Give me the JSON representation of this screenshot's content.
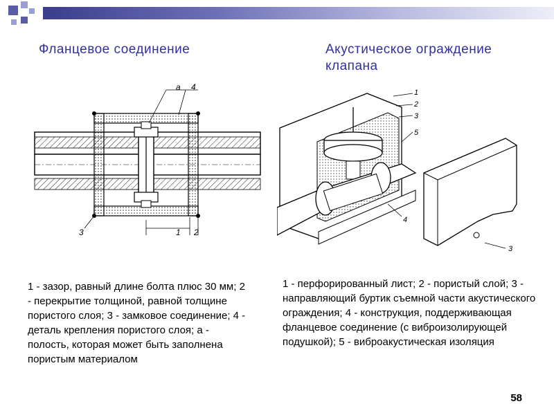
{
  "slide": {
    "title_left": "Фланцевое соединение",
    "title_right": "Акустическое ограждение клапана",
    "caption_left": "1 - зазор, равный длине болта плюс 30 мм; 2 - перекрытие толщиной, равной толщине пористого слоя; 3 - замковое соединение; 4 - деталь крепления пористого слоя; а - полость, которая может быть заполнена пористым материалом",
    "caption_right": "1 - перфорированный лист; 2 - пористый слой; 3 - направляющий буртик съемной части акустического ограждения; 4 - конструкция, поддерживающая фланцевое соединение (с виброизолирующей подушкой); 5 - виброакустическая изоляция",
    "page_number": "58"
  },
  "figure_left": {
    "labels": {
      "a": "а",
      "n4": "4",
      "n3": "3",
      "n1": "1",
      "n2": "2"
    }
  },
  "figure_right": {
    "labels": {
      "n1": "1",
      "n2": "2",
      "n3": "3",
      "n5": "5",
      "n4": "4",
      "n3b": "3"
    }
  },
  "colors": {
    "title": "#3030a0",
    "accent_dark": "#3a3d8c",
    "accent_light": "#9b9ed0"
  }
}
